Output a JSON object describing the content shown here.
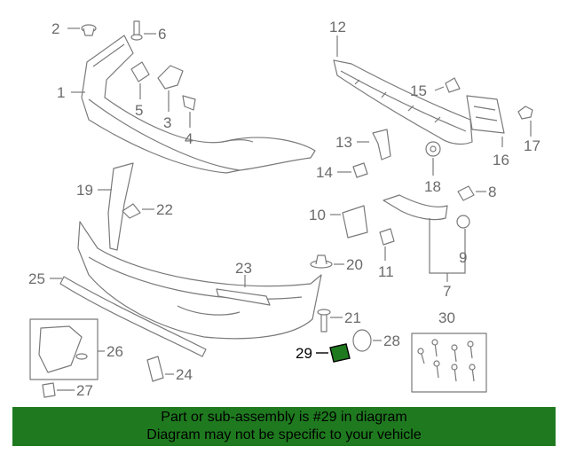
{
  "diagram": {
    "highlighted_part": "29",
    "highlight_color": "#1f7a1f",
    "callouts": {
      "c1": "1",
      "c2": "2",
      "c3": "3",
      "c4": "4",
      "c5": "5",
      "c6": "6",
      "c7": "7",
      "c8": "8",
      "c9": "9",
      "c10": "10",
      "c11": "11",
      "c12": "12",
      "c13": "13",
      "c14": "14",
      "c15": "15",
      "c16": "16",
      "c17": "17",
      "c18": "18",
      "c19": "19",
      "c20": "20",
      "c21": "21",
      "c22": "22",
      "c23": "23",
      "c24": "24",
      "c25": "25",
      "c26": "26",
      "c27": "27",
      "c28": "28",
      "c29": "29",
      "c30": "30"
    }
  },
  "banner": {
    "line1": "Part or sub-assembly is #29 in diagram",
    "line2": "Diagram may not be specific to your vehicle",
    "color": "#1f7a1f"
  }
}
